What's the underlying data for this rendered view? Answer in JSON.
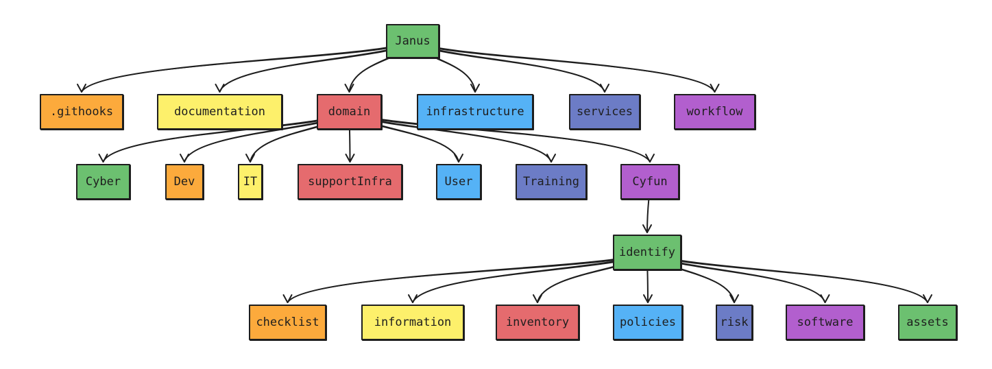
{
  "colors": {
    "green": "#6cc070",
    "orange": "#fcaa3c",
    "yellow": "#fdf06b",
    "red": "#e56b6e",
    "blue": "#55b2f6",
    "slate": "#6c7cc6",
    "purple": "#b25fce",
    "stroke": "#1e1e1e"
  },
  "nodes": {
    "janus": "Janus",
    "githooks": ".githooks",
    "documentation": "documentation",
    "domain": "domain",
    "infrastructure": "infrastructure",
    "services": "services",
    "workflow": "workflow",
    "cyber": "Cyber",
    "dev": "Dev",
    "it": "IT",
    "supportinfra": "supportInfra",
    "user": "User",
    "training": "Training",
    "cyfun": "Cyfun",
    "identify": "identify",
    "checklist": "checklist",
    "information": "information",
    "inventory": "inventory",
    "policies": "policies",
    "risk": "risk",
    "software": "software",
    "assets": "assets"
  },
  "edges": [
    [
      "janus",
      "githooks"
    ],
    [
      "janus",
      "documentation"
    ],
    [
      "janus",
      "domain"
    ],
    [
      "janus",
      "infrastructure"
    ],
    [
      "janus",
      "services"
    ],
    [
      "janus",
      "workflow"
    ],
    [
      "domain",
      "cyber"
    ],
    [
      "domain",
      "dev"
    ],
    [
      "domain",
      "it"
    ],
    [
      "domain",
      "supportinfra"
    ],
    [
      "domain",
      "user"
    ],
    [
      "domain",
      "training"
    ],
    [
      "domain",
      "cyfun"
    ],
    [
      "cyfun",
      "identify"
    ],
    [
      "identify",
      "checklist"
    ],
    [
      "identify",
      "information"
    ],
    [
      "identify",
      "inventory"
    ],
    [
      "identify",
      "policies"
    ],
    [
      "identify",
      "risk"
    ],
    [
      "identify",
      "software"
    ],
    [
      "identify",
      "assets"
    ]
  ]
}
